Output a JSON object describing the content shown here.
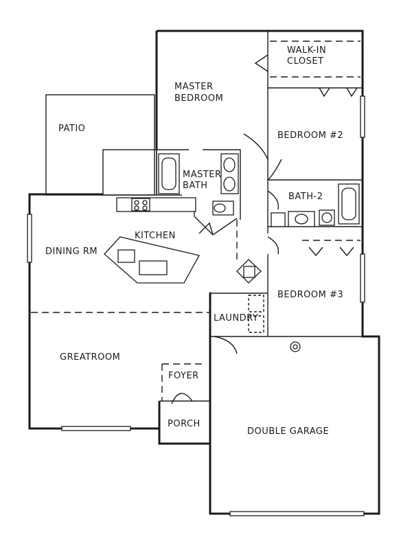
{
  "rooms": {
    "walk_in_closet": [
      "WALK-IN",
      "CLOSET"
    ],
    "master_bedroom": [
      "MASTER",
      "BEDROOM"
    ],
    "patio": "PATIO",
    "bedroom_2": "BEDROOM #2",
    "master_bath": [
      "MASTER",
      "BATH"
    ],
    "bath_2": "BATH-2",
    "kitchen": "KITCHEN",
    "dining_rm": "DINING RM",
    "bedroom_3": "BEDROOM #3",
    "laundry": "LAUNDRY",
    "greatroom": "GREATROOM",
    "foyer": "FOYER",
    "porch": "PORCH",
    "double_garage": "DOUBLE GARAGE"
  },
  "colors": {
    "line": "#1a1a1a",
    "background": "#ffffff"
  }
}
